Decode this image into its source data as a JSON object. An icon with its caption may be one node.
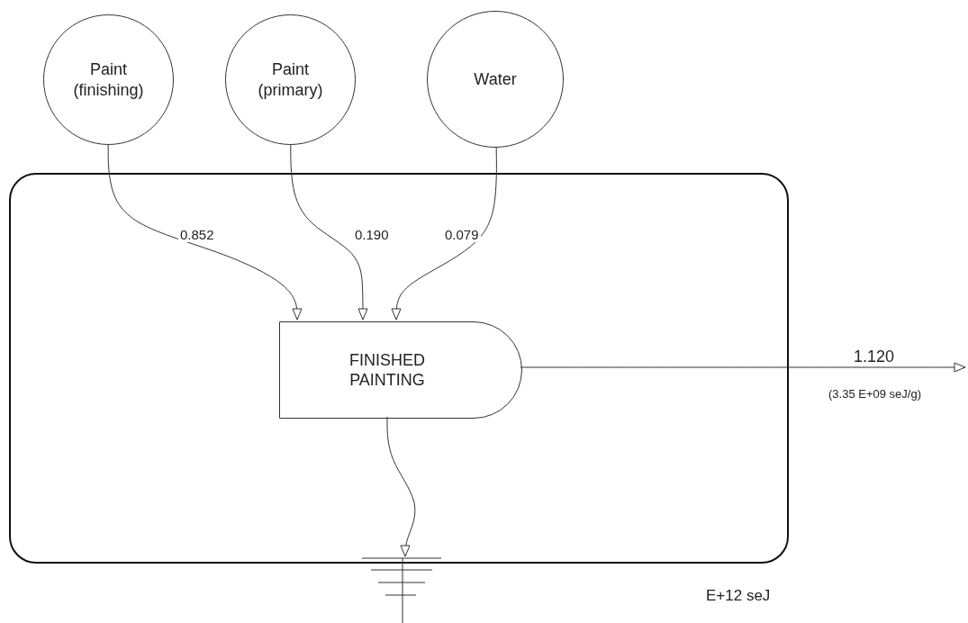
{
  "diagram": {
    "nodes": [
      {
        "text": [
          "Paint (finishing)"
        ]
      },
      {
        "text": [
          "Paint (primary)"
        ]
      },
      {
        "text": [
          "Water"
        ]
      },
      {
        "text": [],
        "shape": "box",
        "beside": [
          "E+12 seJ"
        ]
      },
      {
        "text": [
          "FINISHED PAINTING"
        ],
        "in": 3
      },
      {
        "text": [],
        "shape": "ground"
      }
    ],
    "edges": [
      {
        "from": 0,
        "to": 4,
        "arrow": "to",
        "label": "0.852"
      },
      {
        "from": 1,
        "to": 4,
        "arrow": "to",
        "label": "0.190"
      },
      {
        "from": 2,
        "to": 4,
        "arrow": "to",
        "label": "0.079"
      },
      {
        "from": 4,
        "to": null,
        "arrow": "to",
        "label": "1.120"
      },
      {
        "from": 4,
        "to": 5,
        "arrow": "to"
      }
    ],
    "labels": [
      "(3.35 E+09 seJ/g)"
    ]
  }
}
